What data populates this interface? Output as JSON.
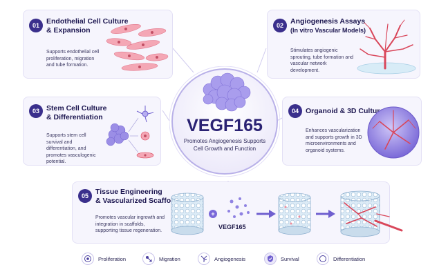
{
  "center": {
    "title": "VEGF165",
    "subtitle": "Promotes Angiogenesis Supports Cell Growth and Function"
  },
  "cards": [
    {
      "num": "01",
      "title_lines": [
        "Endothelial Cell Culture",
        "& Expansion"
      ],
      "desc": "Supports endothelial cell proliferation, migration and tube formation."
    },
    {
      "num": "02",
      "title_lines": [
        "Angiogenesis Assays",
        "(In vitro Vascular Models)"
      ],
      "desc": "Stimulates angiogenic sprouting, tube formation and vascular network development."
    },
    {
      "num": "03",
      "title_lines": [
        "Stem Cell Culture",
        "& Differentiation"
      ],
      "desc": "Supports stem cell survival and differentiation, and promotes vasculogenic potential."
    },
    {
      "num": "04",
      "title_lines": [
        "Organoid & 3D Culture"
      ],
      "desc": "Enhances vascularization and supports growth in 3D microenvironments and organoid systems."
    },
    {
      "num": "05",
      "title_lines": [
        "Tissue Engineering",
        "& Vascularized Scaffolds"
      ],
      "desc": "Promotes vascular ingrowth and integration in scaffolds, supporting tissue regeneration."
    }
  ],
  "scaffold_label": "VEGF165",
  "legend": [
    {
      "label": "Proliferation",
      "icon": "proliferation-icon"
    },
    {
      "label": "Migration",
      "icon": "migration-icon"
    },
    {
      "label": "Angiogenesis",
      "icon": "angiogenesis-icon"
    },
    {
      "label": "Survival",
      "icon": "survival-shield-icon"
    },
    {
      "label": "Differentiation",
      "icon": "differentiation-icon"
    }
  ],
  "colors": {
    "accent": "#3a2f8c",
    "vessel": "#d9465a",
    "protein": "#9b8ee6"
  }
}
